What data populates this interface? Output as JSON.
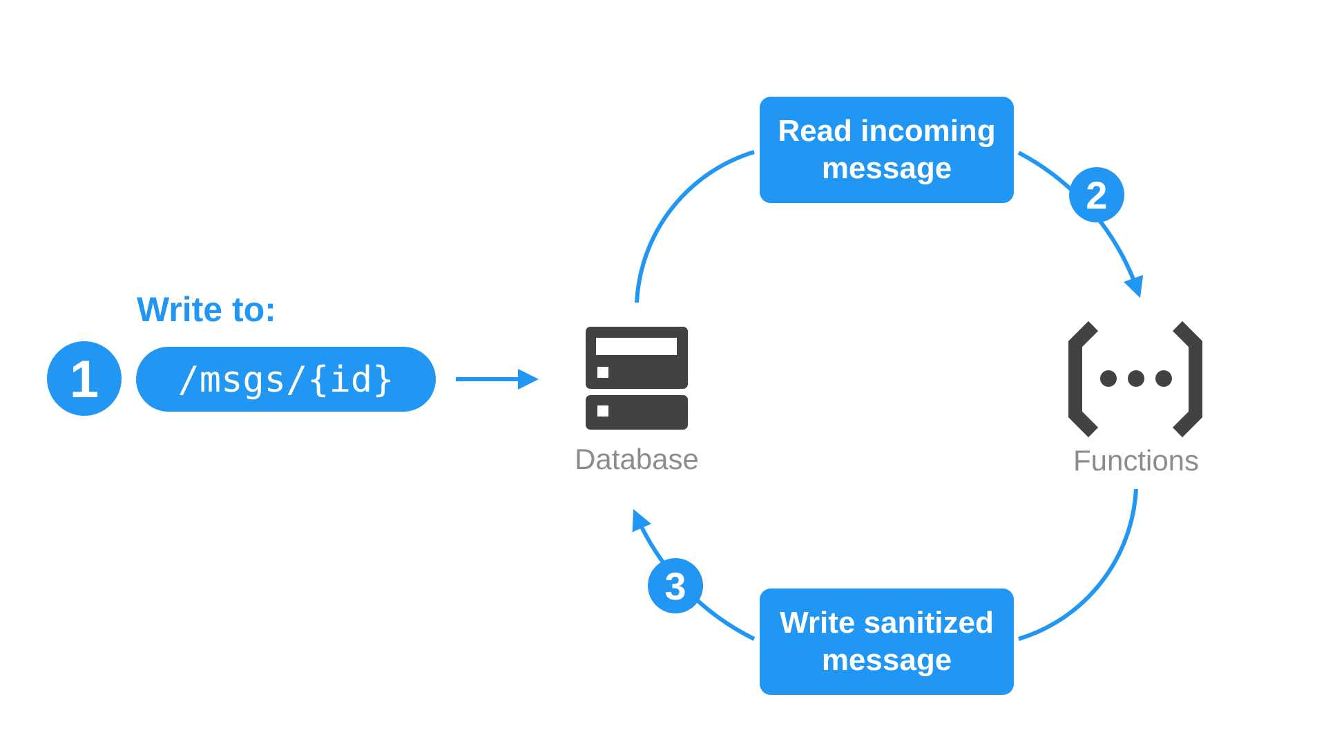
{
  "write_to": {
    "label": "Write to:",
    "step": "1",
    "path": "/msgs/{id}"
  },
  "nodes": {
    "database": "Database",
    "functions": "Functions"
  },
  "steps": {
    "read": {
      "number": "2",
      "line1": "Read incoming",
      "line2": "message"
    },
    "write": {
      "number": "3",
      "line1": "Write sanitized",
      "line2": "message"
    }
  },
  "colors": {
    "accent": "#2196f3",
    "icon": "#424242",
    "node_label": "#8c8c8c"
  },
  "icons": {
    "database": "database-icon",
    "functions": "functions-icon"
  }
}
